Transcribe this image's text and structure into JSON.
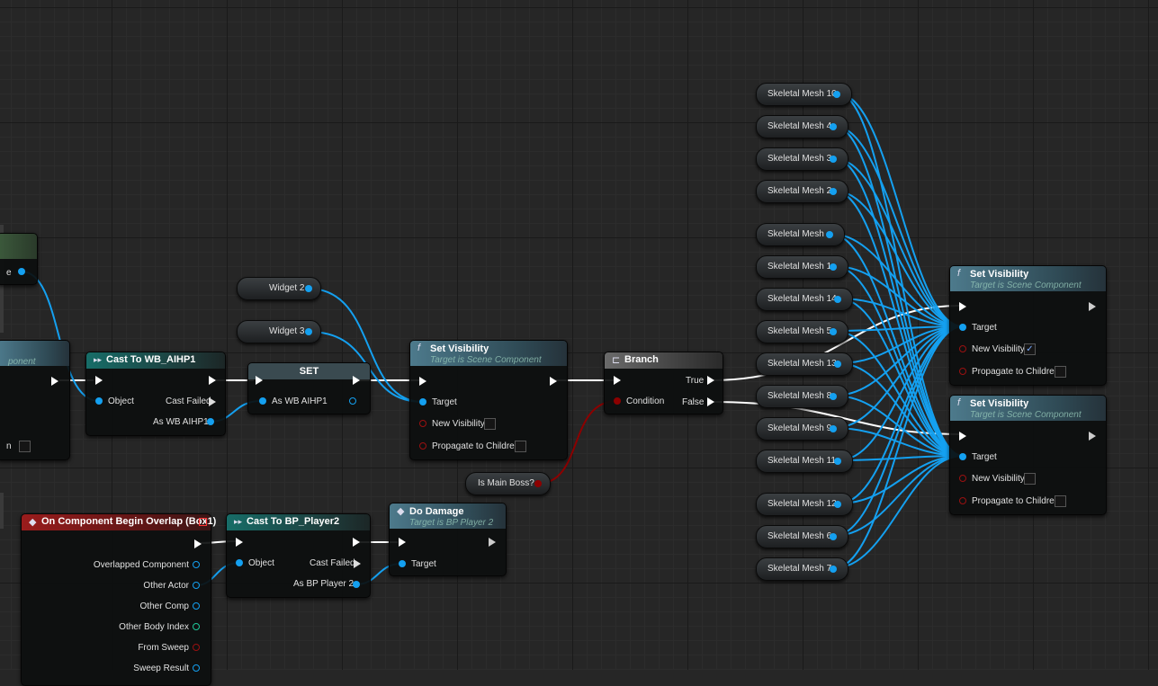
{
  "nodes": {
    "partial_left": {
      "label_fragment": "e",
      "label2": "ponent",
      "label3": "n"
    },
    "cast_wb": {
      "title": "Cast To WB_AIHP1",
      "object": "Object",
      "cast_failed": "Cast Failed",
      "as": "As WB AIHP1"
    },
    "set_node": {
      "title": "SET",
      "as": "As WB AIHP1"
    },
    "widget2": {
      "label": "Widget 2"
    },
    "widget3": {
      "label": "Widget 3"
    },
    "setvis_main": {
      "title": "Set Visibility",
      "subtitle": "Target is Scene Component",
      "target": "Target",
      "new_vis": "New Visibility",
      "propagate": "Propagate to Children"
    },
    "branch": {
      "title": "Branch",
      "true_label": "True",
      "false_label": "False",
      "condition": "Condition"
    },
    "is_main_boss": {
      "label": "Is Main Boss?"
    },
    "setvis_true": {
      "title": "Set Visibility",
      "subtitle": "Target is Scene Component",
      "target": "Target",
      "new_vis": "New Visibility",
      "propagate": "Propagate to Children"
    },
    "setvis_false": {
      "title": "Set Visibility",
      "subtitle": "Target is Scene Component",
      "target": "Target",
      "new_vis": "New Visibility",
      "propagate": "Propagate to Children"
    },
    "overlap_event": {
      "title": "On Component Begin Overlap (Box1)",
      "pins": [
        "Overlapped Component",
        "Other Actor",
        "Other Comp",
        "Other Body Index",
        "From Sweep",
        "Sweep Result"
      ]
    },
    "cast_player": {
      "title": "Cast To BP_Player2",
      "object": "Object",
      "cast_failed": "Cast Failed",
      "as": "As BP Player 2"
    },
    "do_damage": {
      "title": "Do Damage",
      "subtitle": "Target is BP Player 2",
      "target": "Target"
    }
  },
  "skeletal_meshes": [
    "Skeletal Mesh 10",
    "Skeletal Mesh 4",
    "Skeletal Mesh 3",
    "Skeletal Mesh 2",
    "Skeletal Mesh",
    "Skeletal Mesh 1",
    "Skeletal Mesh 14",
    "Skeletal Mesh 5",
    "Skeletal Mesh 13",
    "Skeletal Mesh 8",
    "Skeletal Mesh 9",
    "Skeletal Mesh 11",
    "Skeletal Mesh 12",
    "Skeletal Mesh 6",
    "Skeletal Mesh 7"
  ],
  "colors": {
    "object_pin": "#14a0f0",
    "exec_wire": "#ffffff",
    "bool_pin": "#8c0000",
    "event_header": "#9a1c1c",
    "cast_header": "#176d68",
    "func_header": "#4d7a8c"
  }
}
